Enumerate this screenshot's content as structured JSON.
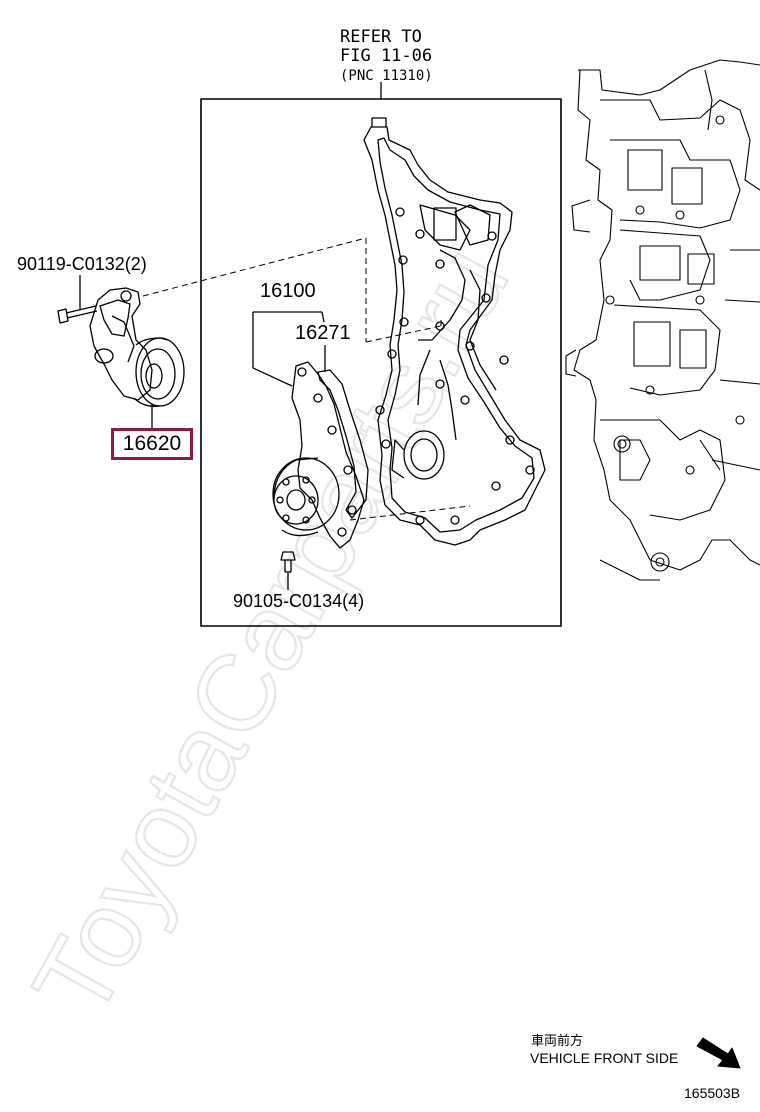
{
  "labels": {
    "refer_line1": "REFER TO",
    "refer_line2": "FIG 11-06",
    "refer_line3": "(PNC 11310)",
    "bolt_top": "90119-C0132(2)",
    "water_pump": "16100",
    "gasket": "16271",
    "tensioner": "16620",
    "bolt_bottom": "90105-C0134(4)",
    "front_side_jp": "車両前方",
    "front_side_en": "VEHICLE FRONT SIDE",
    "figure_id": "165503B"
  },
  "watermark": {
    "text": "ToyotaCarparts.ru"
  },
  "colors": {
    "highlight": "#8b1a3c",
    "line": "#000000",
    "watermark": "#e9e9e9"
  },
  "icons": {
    "front_arrow": "arrow-down-right-icon"
  }
}
